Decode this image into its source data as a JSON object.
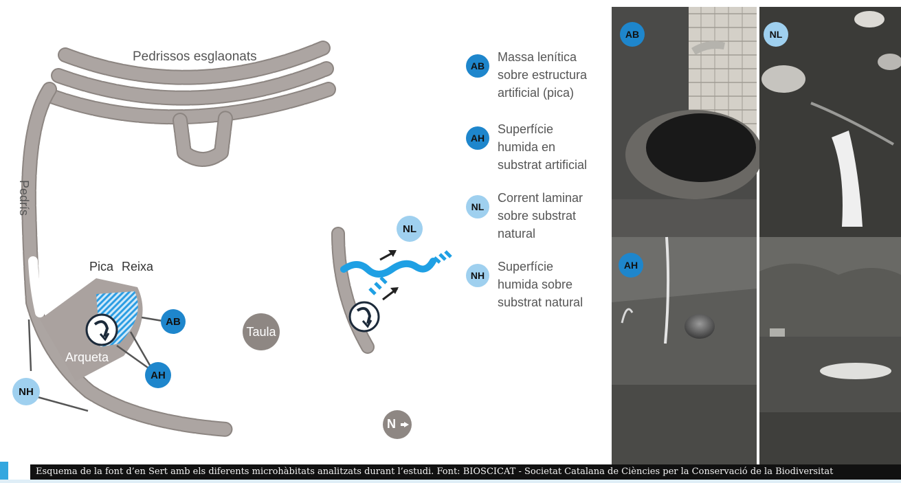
{
  "diagram": {
    "labels": {
      "pedrissos": "Pedrissos esglaonats",
      "pedris": "Pedrís",
      "pica": "Pica",
      "reixa": "Reixa",
      "arqueta": "Arqueta",
      "taula": "Taula",
      "north": "N"
    },
    "badges": {
      "ab": "AB",
      "ah": "AH",
      "nl": "NL",
      "nh": "NH"
    }
  },
  "legend": [
    {
      "code": "AB",
      "lines": [
        "Massa lenítica",
        "sobre estructura",
        "artificial (pica)"
      ]
    },
    {
      "code": "AH",
      "lines": [
        "Superfície",
        "humida en",
        "substrat artificial"
      ]
    },
    {
      "code": "NL",
      "lines": [
        "Corrent laminar",
        "sobre substrat",
        "natural"
      ]
    },
    {
      "code": "NH",
      "lines": [
        "Superfície",
        "humida sobre",
        "substrat natural"
      ]
    }
  ],
  "photos": [
    {
      "code": "AB"
    },
    {
      "code": "NL"
    },
    {
      "code": "AH"
    },
    {
      "code": ""
    }
  ],
  "caption": "Esquema de la font d’en Sert amb els diferents microhàbitats analitzats durant l’estudi. Font: BIOSCICAT - Societat Catalana de Ciències per la Conservació de la Biodiversitat",
  "colors": {
    "badge_dark": "#1e86cc",
    "badge_light": "#9fd0ef",
    "stone": "#aaa29f",
    "blue_flow": "#1fa0e4"
  }
}
